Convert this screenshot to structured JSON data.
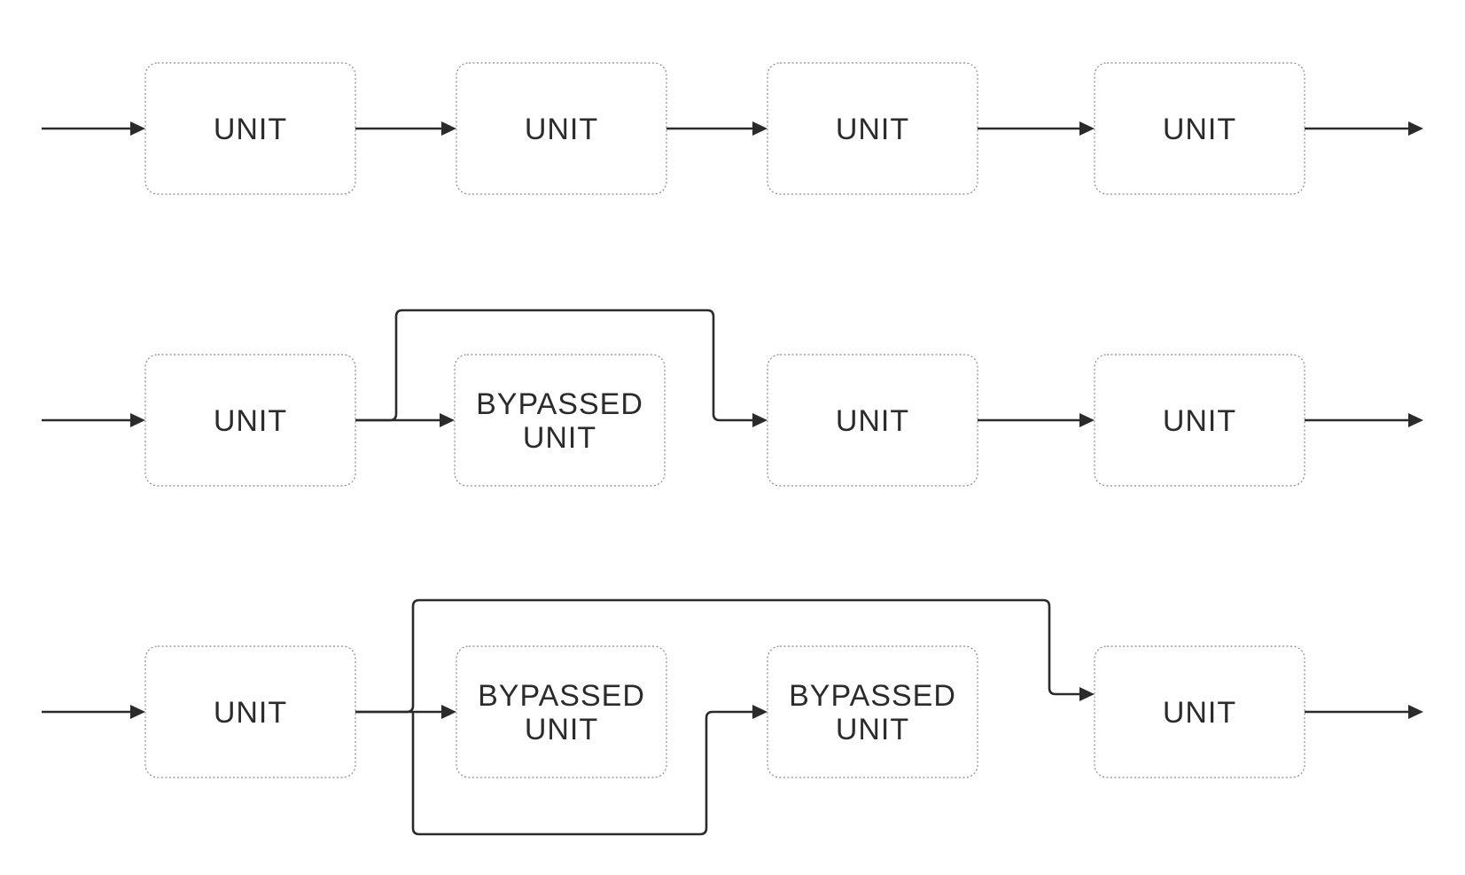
{
  "diagram": {
    "rows": [
      {
        "name": "row-1",
        "units": [
          {
            "label_lines": [
              "UNIT"
            ],
            "bypassed": false
          },
          {
            "label_lines": [
              "UNIT"
            ],
            "bypassed": false
          },
          {
            "label_lines": [
              "UNIT"
            ],
            "bypassed": false
          },
          {
            "label_lines": [
              "UNIT"
            ],
            "bypassed": false
          }
        ]
      },
      {
        "name": "row-2",
        "units": [
          {
            "label_lines": [
              "UNIT"
            ],
            "bypassed": false
          },
          {
            "label_lines": [
              "BYPASSED",
              "UNIT"
            ],
            "bypassed": true
          },
          {
            "label_lines": [
              "UNIT"
            ],
            "bypassed": false
          },
          {
            "label_lines": [
              "UNIT"
            ],
            "bypassed": false
          }
        ]
      },
      {
        "name": "row-3",
        "units": [
          {
            "label_lines": [
              "UNIT"
            ],
            "bypassed": false
          },
          {
            "label_lines": [
              "BYPASSED",
              "UNIT"
            ],
            "bypassed": true
          },
          {
            "label_lines": [
              "BYPASSED",
              "UNIT"
            ],
            "bypassed": true
          },
          {
            "label_lines": [
              "UNIT"
            ],
            "bypassed": false
          }
        ]
      }
    ],
    "colors": {
      "line": "#2b2b2b",
      "box_border": "#8a8a8a",
      "text": "#2b2b2b",
      "background": "#ffffff"
    }
  }
}
